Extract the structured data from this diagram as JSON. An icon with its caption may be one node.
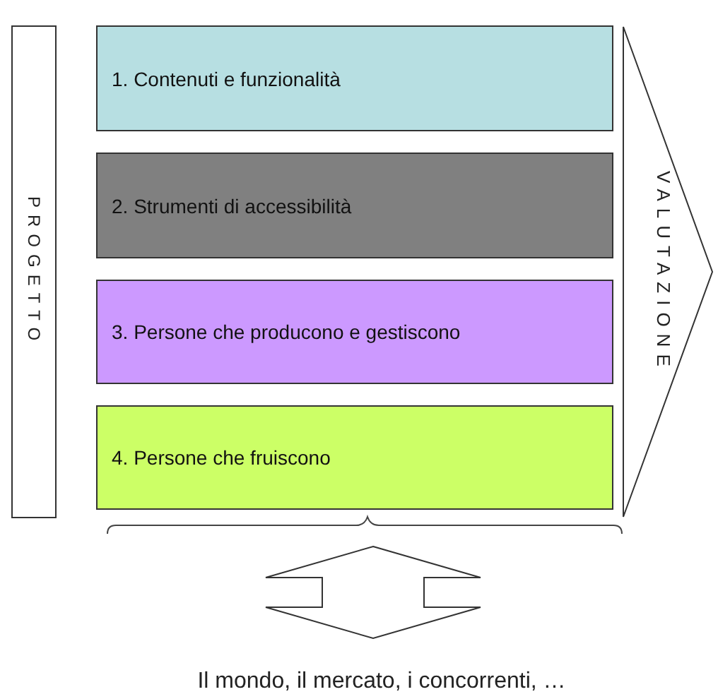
{
  "diagram": {
    "nodes": [
      {
        "text": [
          "PROGETTO"
        ]
      },
      {
        "text": [
          "1. Contenuti e funzionalità"
        ]
      },
      {
        "text": [
          "2. Strumenti di accessibilità"
        ]
      },
      {
        "text": [
          "3. Persone che producono e gestiscono"
        ]
      },
      {
        "text": [
          "4. Persone che fruiscono"
        ]
      },
      {
        "text": [
          "VALUTAZIONE"
        ]
      },
      {
        "text": [
          "Il mondo, il mercato, i concorrenti, …"
        ]
      }
    ],
    "edges": [
      {
        "from": null,
        "to": 6,
        "arrow": "both"
      }
    ]
  }
}
